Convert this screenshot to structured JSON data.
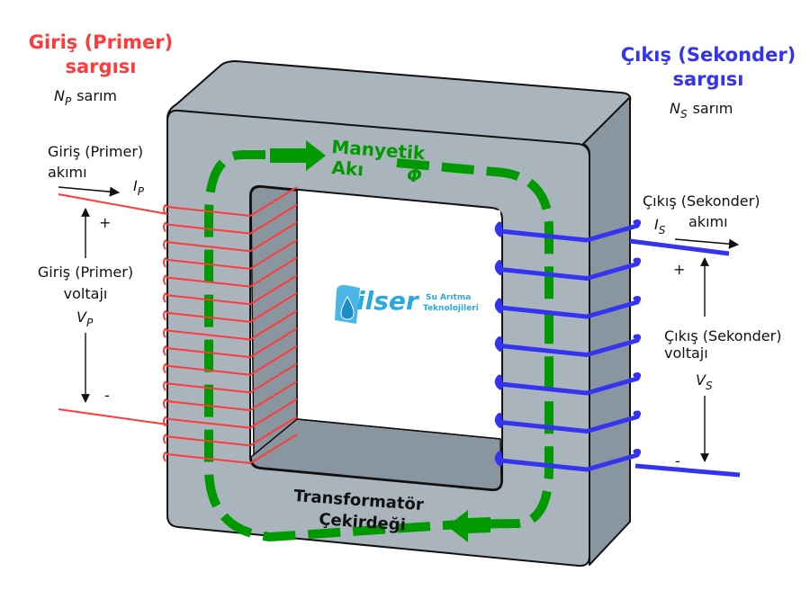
{
  "diagram": {
    "subject": "Transformer",
    "primary": {
      "title_line1": "Giriş (Primer)",
      "title_line2": "sargısı",
      "turns_symbol": "N",
      "turns_subscript": "P",
      "turns_word": "sarım",
      "current_label_line1": "Giriş (Primer)",
      "current_label_line2": "akımı",
      "current_symbol": "I",
      "current_subscript": "P",
      "voltage_label_line1": "Giriş (Primer)",
      "voltage_label_line2": "voltajı",
      "voltage_symbol": "V",
      "voltage_subscript": "P",
      "plus": "+",
      "minus": "-",
      "winding_turns": 15,
      "color": "#ff3a3a"
    },
    "secondary": {
      "title_line1": "Çıkış (Sekonder)",
      "title_line2": "sargısı",
      "turns_symbol": "N",
      "turns_subscript": "S",
      "turns_word": "sarım",
      "current_label_line1": "Çıkış (Sekonder)",
      "current_label_line2": "akımı",
      "current_symbol": "I",
      "current_subscript": "S",
      "voltage_label_line1": "Çıkış (Sekonder)",
      "voltage_label_line2": "voltajı",
      "voltage_symbol": "V",
      "voltage_subscript": "S",
      "plus": "+",
      "minus": "-",
      "winding_turns": 7,
      "color": "#3434f0"
    },
    "flux": {
      "label_line1": "Manyetik",
      "label_line2": "Akı",
      "symbol": "Φ",
      "color": "#009a00"
    },
    "core": {
      "label_line1": "Transformatör",
      "label_line2": "Çekirdeği",
      "front_color": "#aab4bc",
      "shade_color": "#8a969f"
    },
    "watermark": {
      "brand": "ilser",
      "tagline_line1": "Su Arıtma",
      "tagline_line2": "Teknolojileri",
      "color": "#29a9e0"
    }
  }
}
